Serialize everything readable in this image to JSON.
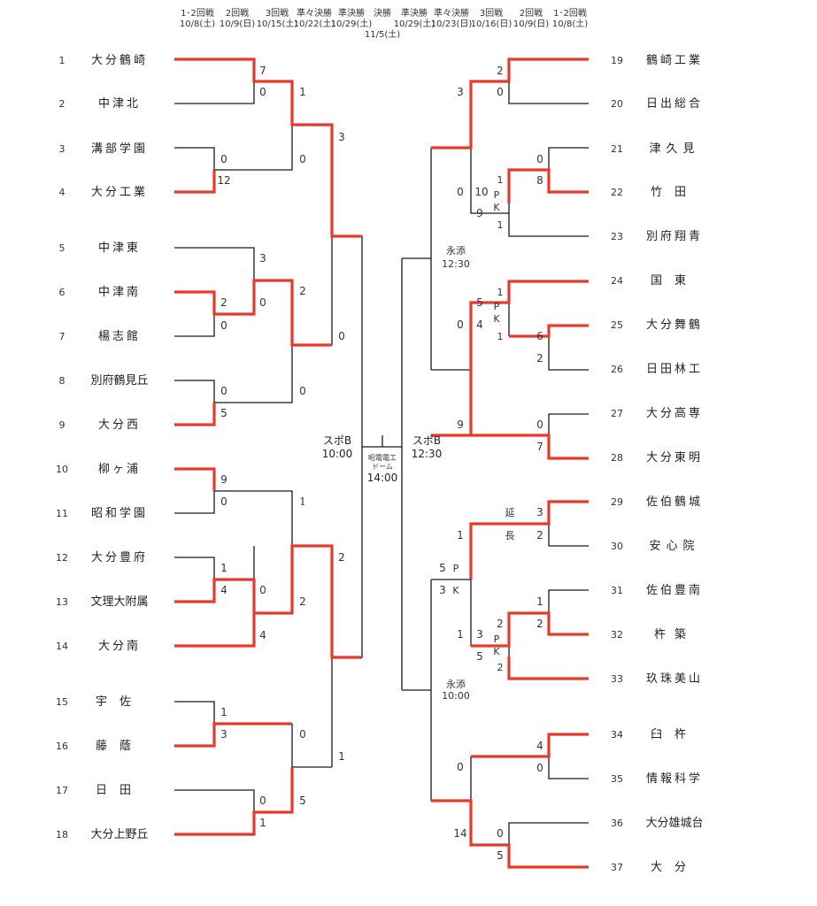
{
  "header_left": [
    {
      "round": "1･2回戦",
      "date": "10/8(土)"
    },
    {
      "round": "2回戦",
      "date": "10/9(日)"
    },
    {
      "round": "3回戦",
      "date": "10/15(土)"
    },
    {
      "round": "準々決勝",
      "date": "10/22(土)"
    },
    {
      "round": "準決勝",
      "date": "10/29(土)"
    }
  ],
  "header_final": {
    "round": "決勝",
    "date": "11/5(土)"
  },
  "header_right": [
    {
      "round": "準決勝",
      "date": "10/29(土)"
    },
    {
      "round": "準々決勝",
      "date": "10/23(日)"
    },
    {
      "round": "3回戦",
      "date": "10/16(日)"
    },
    {
      "round": "2回戦",
      "date": "10/9(日)"
    },
    {
      "round": "1･2回戦",
      "date": "10/8(土)"
    }
  ],
  "teams_left": [
    {
      "no": "1",
      "name": "大分鶴崎"
    },
    {
      "no": "2",
      "name": "中津北"
    },
    {
      "no": "3",
      "name": "溝部学園"
    },
    {
      "no": "4",
      "name": "大分工業"
    },
    {
      "no": "5",
      "name": "中津東"
    },
    {
      "no": "6",
      "name": "中津南"
    },
    {
      "no": "7",
      "name": "楊志館"
    },
    {
      "no": "8",
      "name": "別府鶴見丘"
    },
    {
      "no": "9",
      "name": "大分西"
    },
    {
      "no": "10",
      "name": "柳ヶ浦"
    },
    {
      "no": "11",
      "name": "昭和学園"
    },
    {
      "no": "12",
      "name": "大分豊府"
    },
    {
      "no": "13",
      "name": "文理大附属"
    },
    {
      "no": "14",
      "name": "大分南"
    },
    {
      "no": "15",
      "name": "宇佐"
    },
    {
      "no": "16",
      "name": "藤蔭"
    },
    {
      "no": "17",
      "name": "日田"
    },
    {
      "no": "18",
      "name": "大分上野丘"
    }
  ],
  "teams_right": [
    {
      "no": "19",
      "name": "鶴崎工業"
    },
    {
      "no": "20",
      "name": "日出総合"
    },
    {
      "no": "21",
      "name": "津久見"
    },
    {
      "no": "22",
      "name": "竹田"
    },
    {
      "no": "23",
      "name": "別府翔青"
    },
    {
      "no": "24",
      "name": "国東"
    },
    {
      "no": "25",
      "name": "大分舞鶴"
    },
    {
      "no": "26",
      "name": "日田林工"
    },
    {
      "no": "27",
      "name": "大分高専"
    },
    {
      "no": "28",
      "name": "大分東明"
    },
    {
      "no": "29",
      "name": "佐伯鶴城"
    },
    {
      "no": "30",
      "name": "安心院"
    },
    {
      "no": "31",
      "name": "佐伯豊南"
    },
    {
      "no": "32",
      "name": "杵築"
    },
    {
      "no": "33",
      "name": "玖珠美山"
    },
    {
      "no": "34",
      "name": "臼杵"
    },
    {
      "no": "35",
      "name": "情報科学"
    },
    {
      "no": "36",
      "name": "大分雄城台"
    },
    {
      "no": "37",
      "name": "大分"
    }
  ],
  "scores_left": [
    "7",
    "0",
    "0",
    "12",
    "3",
    "2",
    "0",
    "0",
    "0",
    "5",
    "9",
    "0",
    "1",
    "4",
    "1",
    "3",
    "0",
    "1",
    "1",
    "0",
    "3",
    "0",
    "2",
    "0",
    "0",
    "2",
    "4",
    "0",
    "5",
    "2",
    "1"
  ],
  "scores_right": [
    "2",
    "0",
    "0",
    "8",
    "1",
    "9",
    "1",
    "10",
    "3",
    "0",
    "1",
    "1",
    "6",
    "2",
    "5",
    "4",
    "0",
    "0",
    "7",
    "9",
    "3",
    "2",
    "2",
    "1",
    "1",
    "2",
    "5",
    "3",
    "1",
    "4",
    "0",
    "0",
    "5",
    "14",
    "0"
  ],
  "pk_labels": [
    "P",
    "K",
    "P",
    "K",
    "P",
    "K",
    "P",
    "K"
  ],
  "extra_labels": [
    "延",
    "長"
  ],
  "venues": {
    "left_semi": [
      "スポB",
      "10:00"
    ],
    "right_semi": [
      "スポB",
      "12:30"
    ],
    "final": [
      "昭電電工",
      "ドーム",
      "14:00"
    ],
    "right_qf_top": [
      "永添",
      "12:30"
    ],
    "right_qf_bottom": [
      "永添",
      "10:00"
    ]
  },
  "colors": {
    "winner_line": "#e8392a",
    "loser_line": "#1a1a1a"
  }
}
